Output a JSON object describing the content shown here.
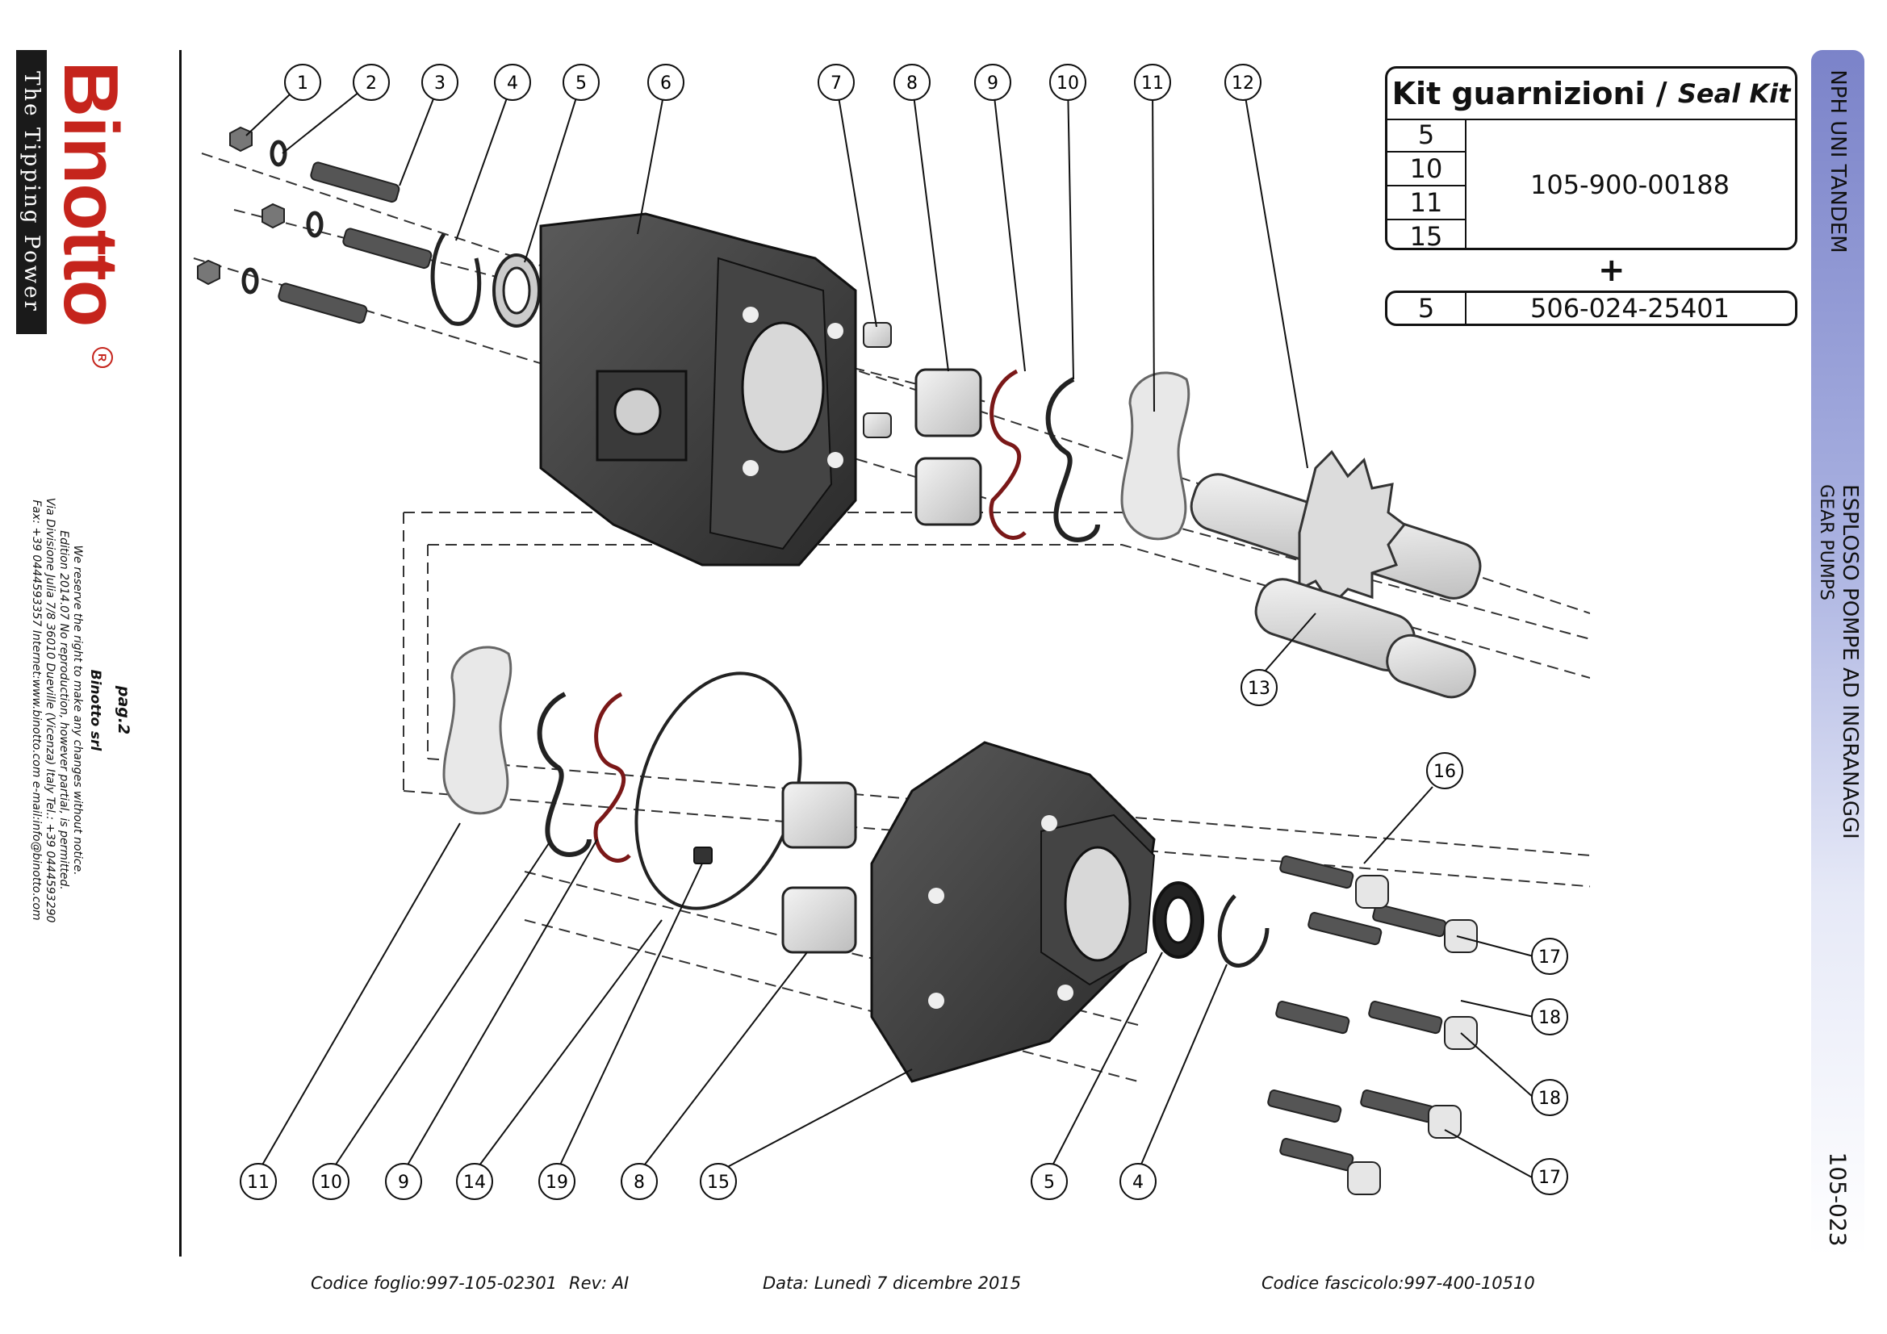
{
  "brand": {
    "name": "Binotto",
    "tagline": "The Tipping Power",
    "registered": "R",
    "red": "#c5241c"
  },
  "page_info": {
    "page": "pag.2",
    "company": "Binotto srl",
    "lines": [
      "We reserve the right to make any changes without notice.",
      "Edition 2014.07 No reproduction, however partial, is permitted.",
      "Via Divisione Julia 7/8 36010 Dueville (Vicenza) Italy Tel.: +39 0444593290",
      "Fax: +39 0444593357 Internet:www.binotto.com e-mail:info@binotto.com"
    ]
  },
  "side": {
    "series": "NPH UNI TANDEM",
    "title": "ESPLOSO POMPE AD INGRANAGGI",
    "subtitle": "GEAR PUMPS",
    "code": "105-023",
    "band_color": "#7b83c9"
  },
  "kit": {
    "title": "Kit guarnizioni /",
    "title_en": "Seal Kit",
    "items": [
      "5",
      "10",
      "11",
      "15"
    ],
    "code": "105-900-00188",
    "plus": "+",
    "extra_item": "5",
    "extra_code": "506-024-25401"
  },
  "callouts_top": [
    "1",
    "2",
    "3",
    "4",
    "5",
    "6",
    "7",
    "8",
    "9",
    "10",
    "11",
    "12",
    "13"
  ],
  "callouts_bottom": [
    "11",
    "10",
    "9",
    "14",
    "19",
    "8",
    "15",
    "5",
    "4"
  ],
  "callouts_right": [
    "16",
    "17",
    "18",
    "18",
    "17"
  ],
  "footer": {
    "sheet_code": "Codice foglio:997-105-02301",
    "rev": "Rev: AI",
    "date": "Data: Lunedì 7 dicembre 2015",
    "file_code": "Codice fascicolo:997-400-10510"
  }
}
